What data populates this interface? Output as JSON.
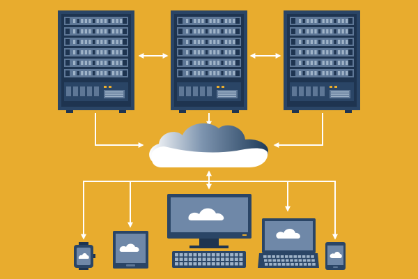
{
  "colors": {
    "background": "#E8AC2E",
    "rack_frame": "#2A4566",
    "rack_panel": "#5E7796",
    "rack_light": "#9FB3C8",
    "rack_dark": "#1E3450",
    "cloud_dark": "#1F3B59",
    "cloud_light": "#FFFFFF",
    "arrow": "#FFFFFF",
    "screen": "#6F88A8",
    "indicator_led": "#E8AC2E"
  },
  "diagram": {
    "servers": [
      {
        "id": "server-left",
        "icon": "server-rack-icon"
      },
      {
        "id": "server-center",
        "icon": "server-rack-icon"
      },
      {
        "id": "server-right",
        "icon": "server-rack-icon"
      }
    ],
    "cloud": {
      "icon": "cloud-icon"
    },
    "devices": [
      {
        "id": "smartwatch",
        "icon": "smartwatch-icon"
      },
      {
        "id": "tablet",
        "icon": "tablet-icon"
      },
      {
        "id": "desktop",
        "icon": "desktop-monitor-icon"
      },
      {
        "id": "laptop",
        "icon": "laptop-icon"
      },
      {
        "id": "smartphone",
        "icon": "smartphone-icon"
      }
    ],
    "connections": [
      {
        "from": "server-left",
        "to": "server-center",
        "direction": "bidirectional"
      },
      {
        "from": "server-center",
        "to": "server-right",
        "direction": "bidirectional"
      },
      {
        "from": "server-left",
        "to": "cloud",
        "direction": "to-cloud"
      },
      {
        "from": "server-center",
        "to": "cloud",
        "direction": "to-cloud"
      },
      {
        "from": "server-right",
        "to": "cloud",
        "direction": "to-cloud"
      },
      {
        "from": "cloud",
        "to": "desktop",
        "direction": "bidirectional"
      },
      {
        "from": "cloud",
        "to": "smartwatch",
        "direction": "to-device"
      },
      {
        "from": "cloud",
        "to": "tablet",
        "direction": "to-device"
      },
      {
        "from": "cloud",
        "to": "laptop",
        "direction": "to-device"
      },
      {
        "from": "cloud",
        "to": "smartphone",
        "direction": "to-device"
      }
    ]
  }
}
